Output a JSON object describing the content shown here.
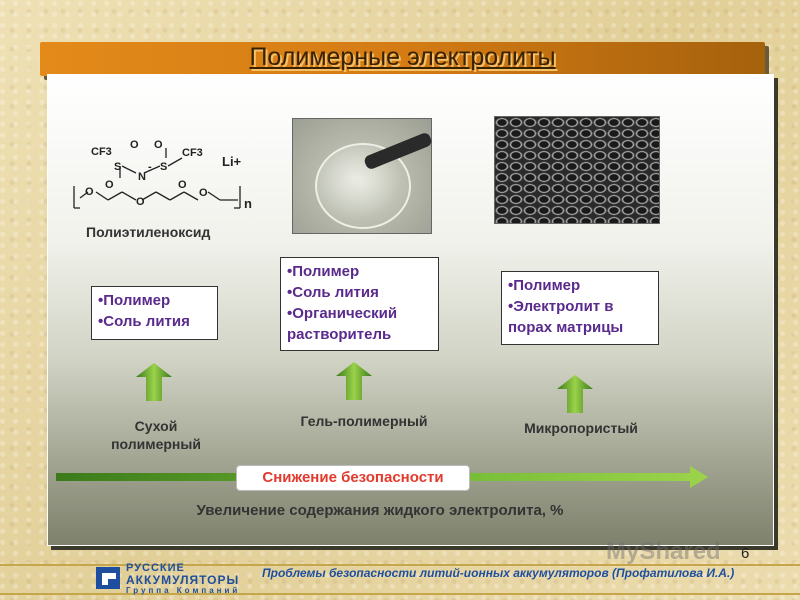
{
  "slide": {
    "title": "Полимерные электролиты",
    "slide_number": "6"
  },
  "chemistry": {
    "cf3_left": "CF3",
    "cf3_right": "CF3",
    "lithium": "Li+",
    "polymer_label": "Полиэтиленоксид"
  },
  "columns": [
    {
      "caption": "Сухой полимерный",
      "bullets": [
        "Полимер",
        "Соль лития"
      ]
    },
    {
      "caption": "Гель-полимерный",
      "bullets": [
        "Полимер",
        "Соль лития",
        "Органический растворитель"
      ]
    },
    {
      "caption": "Микропористый",
      "bullets": [
        "Полимер",
        "Электролит в порах матрицы"
      ]
    }
  ],
  "trend": {
    "safety_label": "Снижение безопасности",
    "axis_label": "Увеличение содержания жидкого электролита, %"
  },
  "footer": {
    "logo_line1": "РУССКИЕ",
    "logo_line2": "АККУМУЛЯТОРЫ",
    "logo_line3": "Группа Компаний",
    "text": "Проблемы безопасности литий-ионных аккумуляторов (Профатилова И.А.)"
  },
  "watermark": "MyShared",
  "colors": {
    "title_bar": "#d47b14",
    "bullet_text": "#5a2a8c",
    "safety_text": "#e43a2c",
    "arrow_green": "#7dc23a",
    "footer_blue": "#1e4f9e"
  }
}
